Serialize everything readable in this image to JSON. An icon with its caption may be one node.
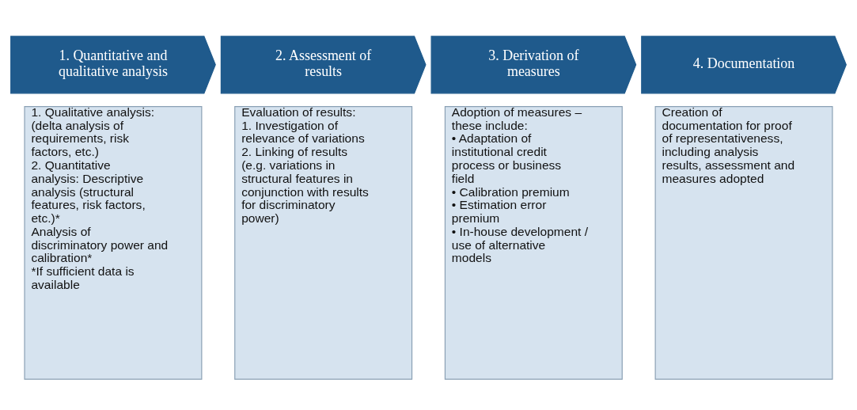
{
  "diagram": {
    "nodes": [
      {
        "text": [
          "1. Quantitative and qualitative analysis"
        ]
      },
      {
        "text": [
          "2. Assessment of results"
        ]
      },
      {
        "text": [
          "3. Derivation of measures"
        ]
      },
      {
        "text": [
          "4. Documentation"
        ]
      },
      {
        "text": [
          "1. Qualitative analysis: (delta analysis of requirements, risk factors, etc.)",
          "2. Quantitative analysis: Descriptive analysis (structural features, risk factors, etc.)*",
          "Analysis of discriminatory power and calibration*",
          "*If sufficient data is available"
        ]
      },
      {
        "text": [
          "Evaluation of results:",
          "1. Investigation of relevance of variations",
          "2. Linking of results (e.g. variations in structural features in conjunction with results for discriminatory power)"
        ]
      },
      {
        "text": [
          "Adoption of measures – these include:",
          "• Adaptation of institutional credit process or business field",
          "• Calibration premium",
          "• Estimation error premium",
          "• In-house development / use of alternative models"
        ]
      },
      {
        "text": [
          "Creation of documentation for proof of representativeness, including analysis results, assessment and measures adopted"
        ]
      }
    ],
    "edges": []
  }
}
